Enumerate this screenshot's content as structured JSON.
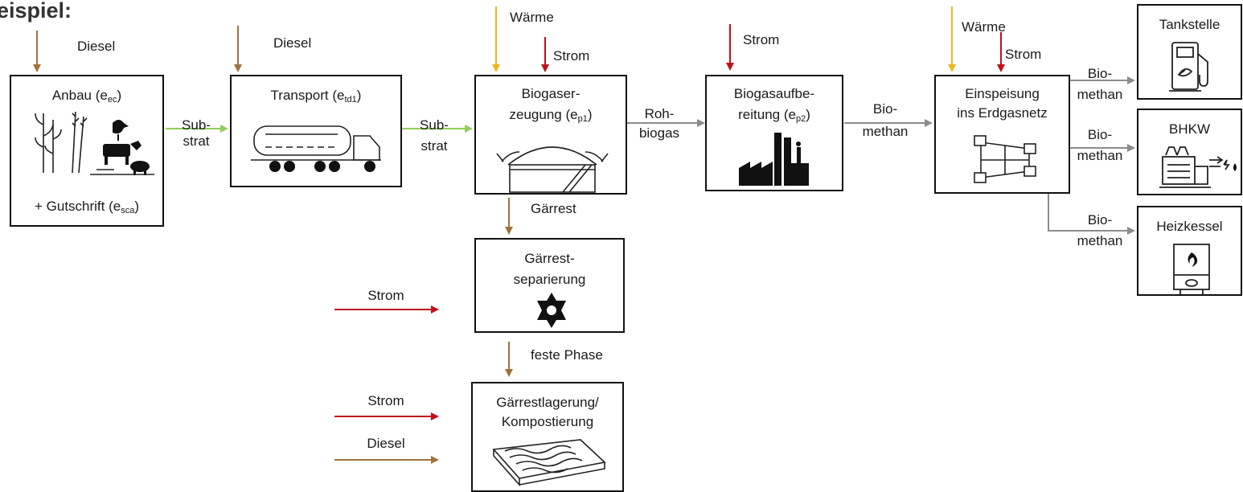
{
  "heading": "eispiel:",
  "colors": {
    "input_brown": "#a0723a",
    "heat_yellow": "#f2b520",
    "power_red": "#c0101a",
    "substrate_green": "#8fcf5a",
    "gas_grey": "#8c8c8c"
  },
  "boxes": {
    "anbau": {
      "line1": "Anbau (e",
      "sub": "ec",
      "line1_end": ")",
      "line2": "+ Gutschrift (e",
      "sub2": "sca",
      "line2_end": ")"
    },
    "transport": {
      "line1": "Transport (e",
      "sub": "td1",
      "line1_end": ")"
    },
    "biogaserzeugung": {
      "line1": "Biogaser-",
      "line2": "zeugung (e",
      "sub": "p1",
      "line2_end": ")"
    },
    "aufbereitung": {
      "line1": "Biogasaufbe-",
      "line2": "reitung (e",
      "sub": "p2",
      "line2_end": ")"
    },
    "einspeisung": {
      "line1": "Einspeisung",
      "line2": "ins Erdgasnetz"
    },
    "tankstelle": {
      "line1": "Tankstelle"
    },
    "bhkw": {
      "line1": "BHKW"
    },
    "heizkessel": {
      "line1": "Heizkessel"
    },
    "separierung": {
      "line1": "Gärrest-",
      "line2": "separierung"
    },
    "lagerung": {
      "line1": "Gärrestlagerung/",
      "line2": "Kompostierung"
    }
  },
  "flow_labels": {
    "diesel_anbau": "Diesel",
    "diesel_transport": "Diesel",
    "substrat_1": [
      "Sub-",
      "strat"
    ],
    "substrat_2": [
      "Sub-",
      "strat"
    ],
    "waerme_biogas": "Wärme",
    "strom_biogas": "Strom",
    "rohbiogas": [
      "Roh-",
      "biogas"
    ],
    "strom_aufbereitung": "Strom",
    "biomethan_1": [
      "Bio-",
      "methan"
    ],
    "waerme_einspeisung": "Wärme",
    "strom_einspeisung": "Strom",
    "biomethan_tank": [
      "Bio-",
      "methan"
    ],
    "biomethan_bhkw": [
      "Bio-",
      "methan"
    ],
    "biomethan_heiz": [
      "Bio-",
      "methan"
    ],
    "gaerrest": "Gärrest",
    "strom_separierung": "Strom",
    "feste_phase": "feste Phase",
    "strom_lagerung": "Strom",
    "diesel_lagerung": "Diesel"
  }
}
